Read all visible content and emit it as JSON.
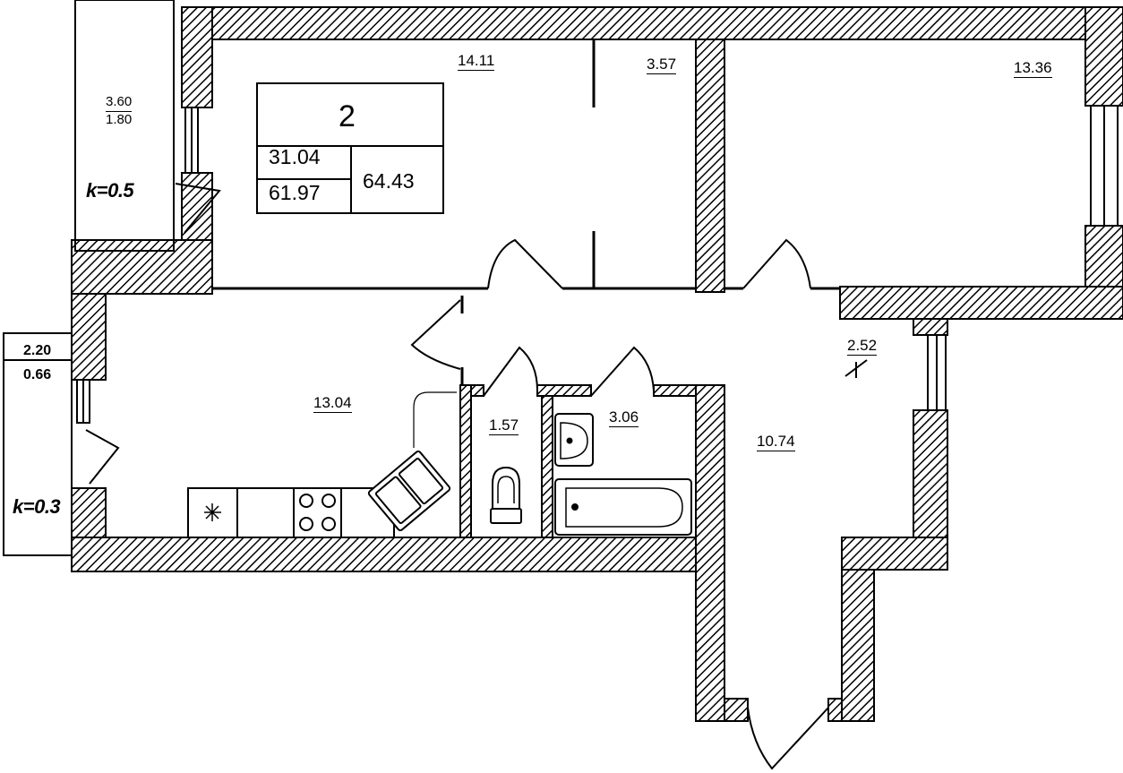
{
  "summary": {
    "rooms_count": "2",
    "living_area": "31.04",
    "total_area": "61.97",
    "total_area_with_balconies": "64.43"
  },
  "rooms": {
    "bedroom_left": "14.11",
    "closet": "3.57",
    "bedroom_right": "13.36",
    "kitchen": "13.04",
    "wc": "1.57",
    "bathroom": "3.06",
    "hallway": "10.74",
    "storage": "2.52"
  },
  "balconies": {
    "top_left": {
      "area": "3.60",
      "reduced_area": "1.80",
      "coefficient": "k=0.5"
    },
    "left": {
      "area": "2.20",
      "reduced_area": "0.66",
      "coefficient": "k=0.3"
    }
  },
  "colors": {
    "line": "#000000",
    "background": "#ffffff"
  }
}
